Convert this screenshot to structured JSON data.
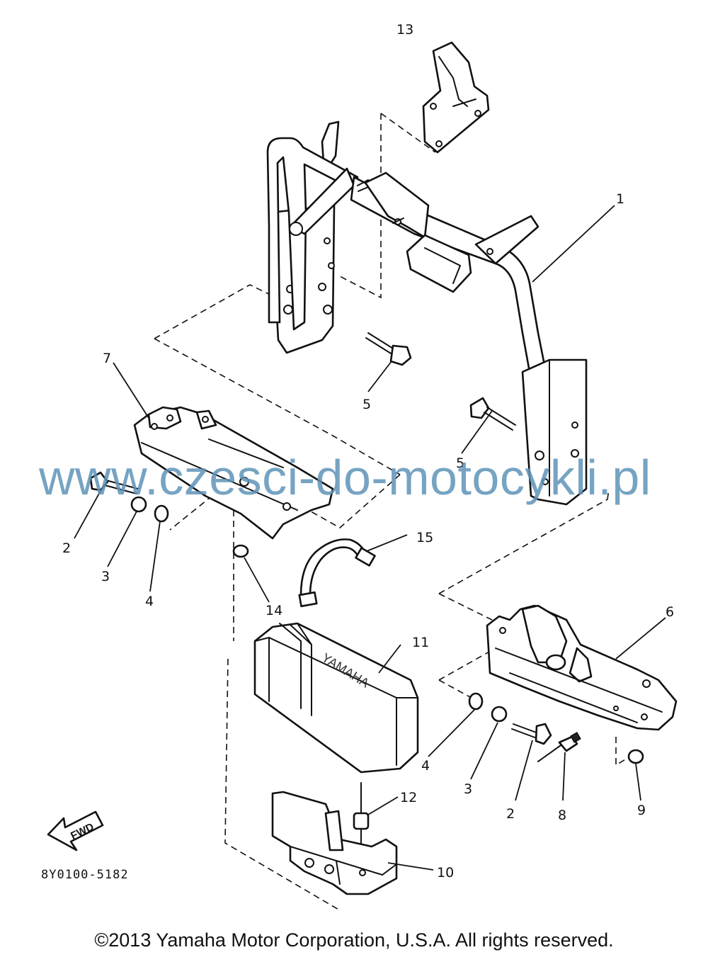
{
  "diagram": {
    "callouts": [
      "1",
      "2",
      "3",
      "4",
      "5",
      "5",
      "6",
      "7",
      "8",
      "9",
      "10",
      "11",
      "12",
      "13",
      "14",
      "15",
      "2",
      "3",
      "4"
    ],
    "drawing_code": "8Y0100-5182",
    "direction_label": "FWD",
    "battery_brand": "YAMAHA"
  },
  "watermark": "www.czesci-do-motocykli.pl",
  "copyright": "©2013 Yamaha Motor Corporation, U.S.A. All rights reserved."
}
